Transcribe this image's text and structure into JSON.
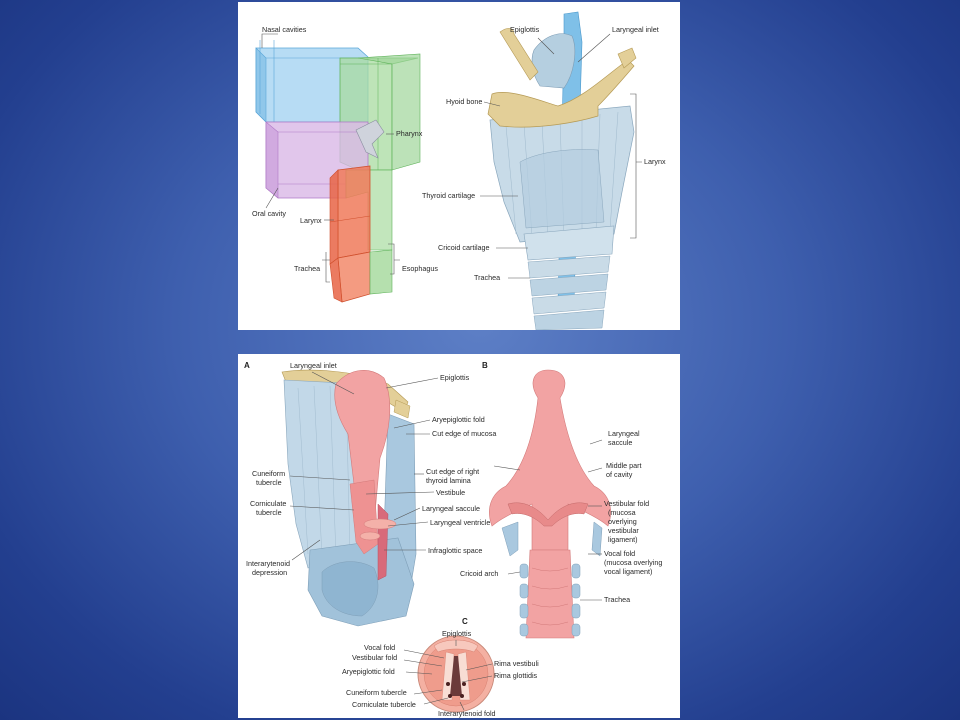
{
  "colors": {
    "background": "#3e5fae",
    "nasal": "#9fd0f0",
    "oral": "#d9b8e6",
    "pharynx": "#a8dba0",
    "larynx_trachea": "#f07a5a",
    "cartilage": "#b9d3e6",
    "bone": "#e3cf98",
    "mucosa": "#f2a3a3"
  },
  "top_left": {
    "labels": {
      "nasal_cavities": "Nasal cavities",
      "pharynx": "Pharynx",
      "oral_cavity": "Oral cavity",
      "larynx": "Larynx",
      "trachea": "Trachea",
      "esophagus": "Esophagus"
    }
  },
  "top_right": {
    "labels": {
      "epiglottis": "Epiglottis",
      "laryngeal_inlet": "Laryngeal inlet",
      "hyoid_bone": "Hyoid bone",
      "larynx": "Larynx",
      "thyroid_cartilage": "Thyroid cartilage",
      "cricoid_cartilage": "Cricoid cartilage",
      "trachea": "Trachea"
    }
  },
  "bottom": {
    "letters": {
      "a": "A",
      "b": "B",
      "c": "C"
    },
    "a_labels": {
      "laryngeal_inlet": "Laryngeal inlet",
      "epiglottis": "Epiglottis",
      "aryepiglottic_fold": "Aryepiglottic fold",
      "cut_edge_mucosa": "Cut edge of mucosa",
      "cuneiform_1": "Cuneiform",
      "cuneiform_2": "tubercle",
      "cut_edge_thyroid_1": "Cut edge of right",
      "cut_edge_thyroid_2": "thyroid lamina",
      "vestibule": "Vestibule",
      "corniculate_1": "Corniculate",
      "corniculate_2": "tubercle",
      "laryngeal_saccule": "Laryngeal saccule",
      "laryngeal_ventricle": "Laryngeal ventricle",
      "infraglottic_space": "Infraglottic space",
      "interarytenoid_1": "Interarytenoid",
      "interarytenoid_2": "depression"
    },
    "b_labels": {
      "saccule_1": "Laryngeal",
      "saccule_2": "saccule",
      "middle_1": "Middle part",
      "middle_2": "of cavity",
      "vestibular_1": "Vestibular fold",
      "vestibular_2": "(mucosa",
      "vestibular_3": "overlying",
      "vestibular_4": "vestibular",
      "vestibular_5": "ligament)",
      "vocal_1": "Vocal fold",
      "vocal_2": "(mucosa overlying",
      "vocal_3": "vocal ligament)",
      "cricoid_arch": "Cricoid arch",
      "trachea": "Trachea"
    },
    "c_labels": {
      "epiglottis": "Epiglottis",
      "vocal_fold": "Vocal fold",
      "vestibular_fold": "Vestibular fold",
      "aryepiglottic_fold": "Aryepiglottic fold",
      "cuneiform_tubercle": "Cuneiform tubercle",
      "corniculate_tubercle": "Corniculate tubercle",
      "rima_vestibuli": "Rima vestibuli",
      "rima_glottidis": "Rima glottidis",
      "interarytenoid_fold": "Interarytenoid fold"
    }
  }
}
